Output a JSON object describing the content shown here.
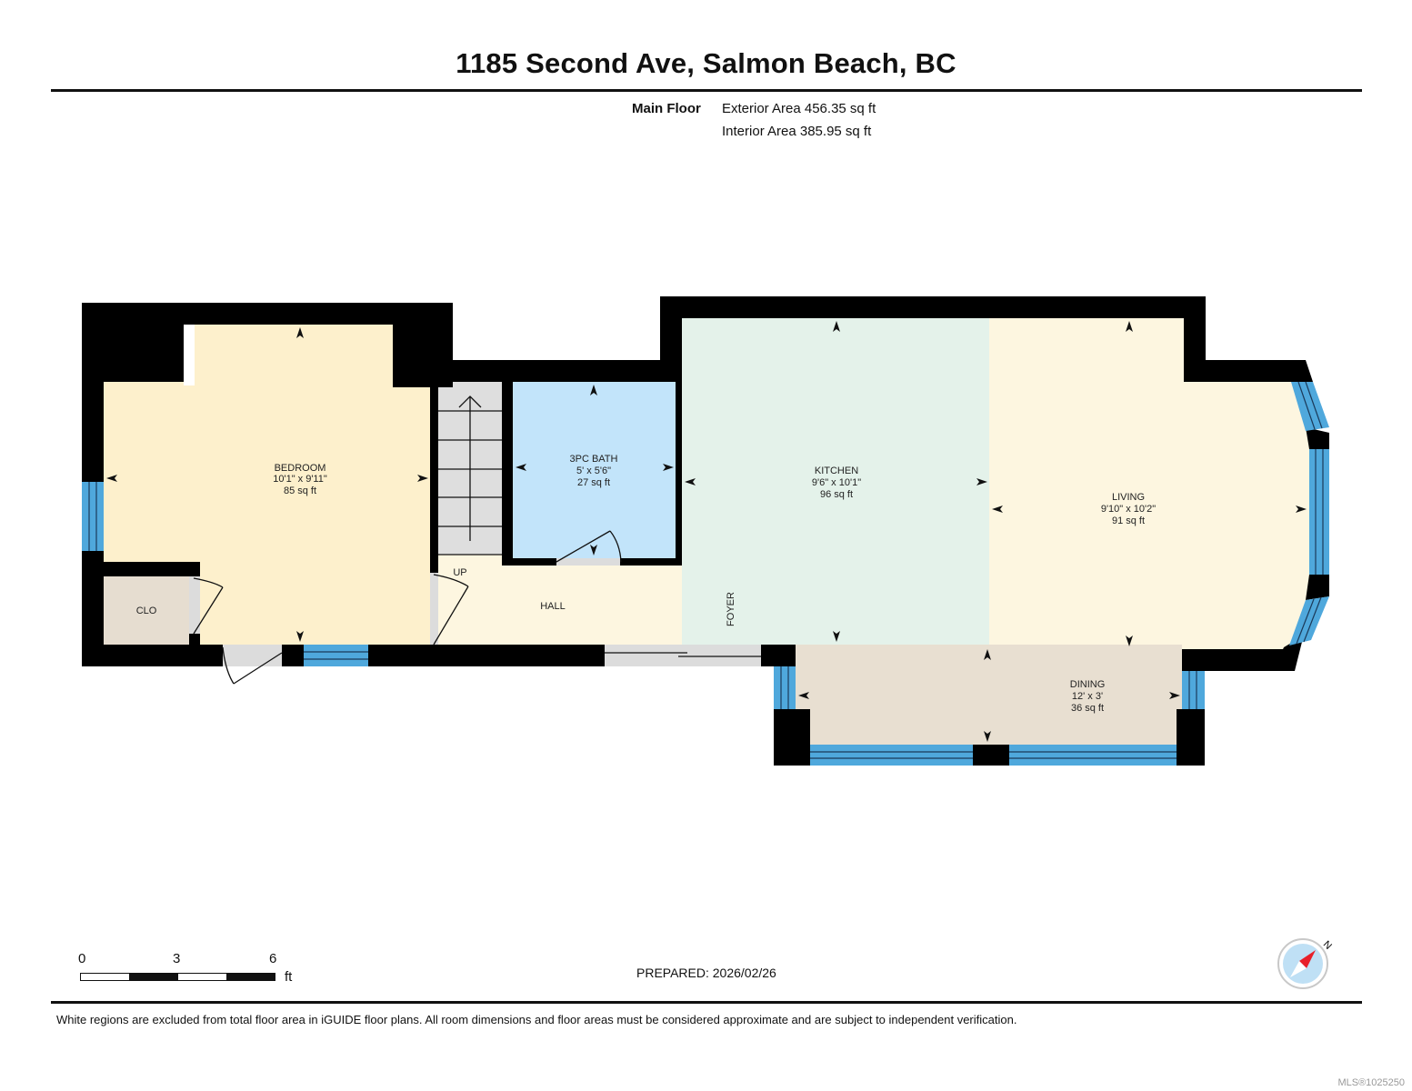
{
  "header": {
    "title": "1185 Second Ave, Salmon Beach, BC",
    "floor_label": "Main Floor",
    "exterior_area": "Exterior Area 456.35 sq ft",
    "interior_area": "Interior Area 385.95 sq ft"
  },
  "rooms": {
    "bedroom": {
      "name": "BEDROOM",
      "dims": "10'1\" x 9'11\"",
      "area": "85 sq ft",
      "color": "#fdf0cc"
    },
    "closet": {
      "name": "CLO",
      "color": "#e6ddd0"
    },
    "bath": {
      "name": "3PC BATH",
      "dims": "5' x 5'6\"",
      "area": "27 sq ft",
      "color": "#c2e4fa"
    },
    "kitchen": {
      "name": "KITCHEN",
      "dims": "9'6\" x 10'1\"",
      "area": "96 sq ft",
      "color": "#e4f2ea"
    },
    "living": {
      "name": "LIVING",
      "dims": "9'10\" x 10'2\"",
      "area": "91 sq ft",
      "color": "#fdf6e0"
    },
    "dining": {
      "name": "DINING",
      "dims": "12' x 3'",
      "area": "36 sq ft",
      "color": "#e8dfd1"
    },
    "hall": {
      "name": "HALL",
      "color": "#fdf6e0"
    },
    "foyer": {
      "name": "FOYER"
    },
    "stairs": {
      "label": "UP",
      "color": "#dedede"
    }
  },
  "colors": {
    "wall": "#000000",
    "window": "#4fa8dc",
    "door_threshold": "#dcdcdc"
  },
  "scale": {
    "ticks": [
      "0",
      "3",
      "6"
    ],
    "unit": "ft"
  },
  "footer": {
    "prepared": "PREPARED: 2026/02/26",
    "compass_label": "N",
    "disclaimer": "White regions are excluded from total floor area in iGUIDE floor plans. All room dimensions and floor areas must be considered approximate and are subject to independent verification.",
    "mls": "MLS®1025250"
  }
}
